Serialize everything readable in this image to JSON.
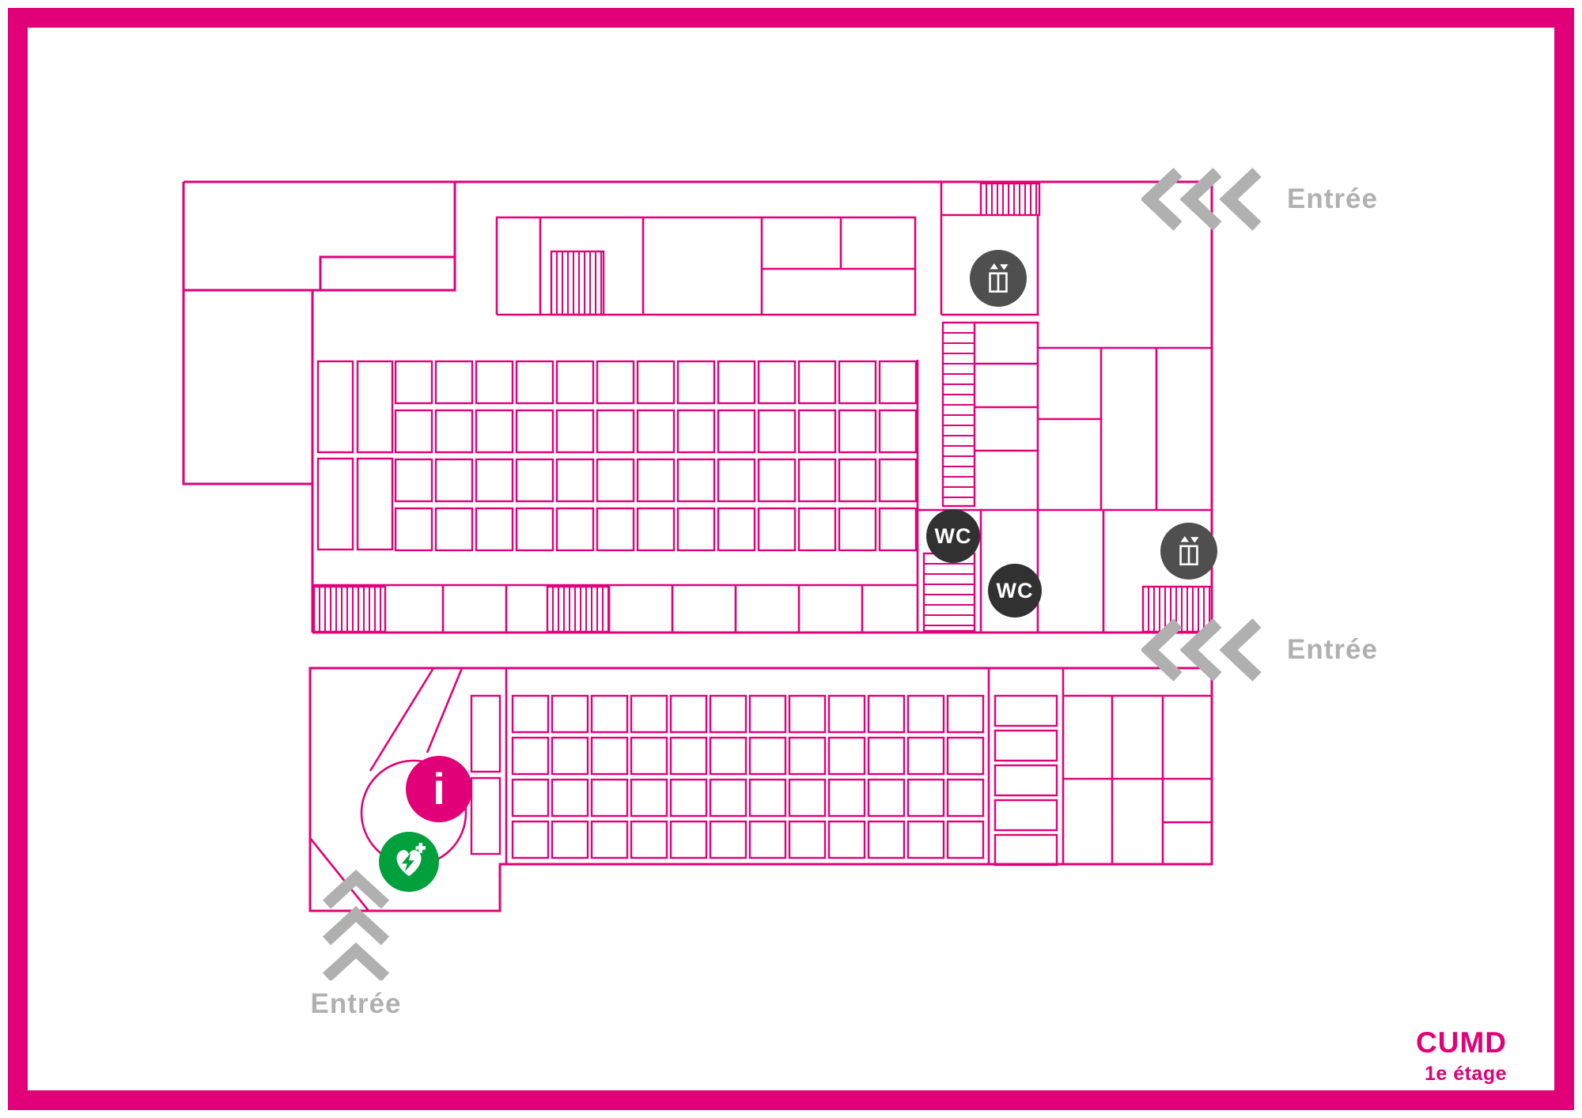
{
  "title_block": {
    "name": "CUMD",
    "floor": "1e étage"
  },
  "entrances": {
    "top_right": "Entrée",
    "middle_right": "Entrée",
    "bottom_left": "Entrée"
  },
  "poi": {
    "wc_label": "WC",
    "info_label": "i"
  },
  "icon_names": {
    "elevator": "elevator-icon",
    "wc": "wc-icon",
    "info": "info-icon",
    "defibrillator": "defibrillator-icon",
    "entrance_arrows": "chevron-arrow-icon"
  },
  "colors": {
    "pink": "#E10078",
    "gray": "#B0B0B0",
    "dark": "#313131",
    "elevator-gray": "#4F4F4F",
    "green": "#00A03C"
  }
}
